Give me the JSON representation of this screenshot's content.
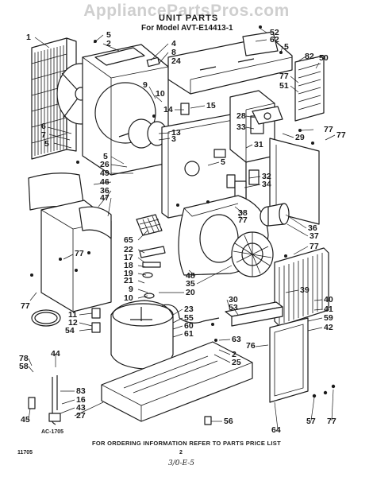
{
  "watermark": "AppliancePartsPros.com",
  "title": "UNIT PARTS",
  "model": "For Model AVT-E14413-1",
  "ref_code": "AC-1705",
  "footer": "FOR ORDERING INFORMATION REFER TO PARTS PRICE LIST",
  "doc_number": "11705",
  "page_number": "2",
  "handwritten_note": "3/0-E-5",
  "callouts": [
    {
      "id": "c1",
      "label": "1"
    },
    {
      "id": "c5a",
      "label": "5"
    },
    {
      "id": "c2a",
      "label": "2"
    },
    {
      "id": "c4",
      "label": "4"
    },
    {
      "id": "c8",
      "label": "8"
    },
    {
      "id": "c24",
      "label": "24"
    },
    {
      "id": "c52",
      "label": "52"
    },
    {
      "id": "c62",
      "label": "62"
    },
    {
      "id": "c5b",
      "label": "5"
    },
    {
      "id": "c82",
      "label": "82"
    },
    {
      "id": "c50",
      "label": "50"
    },
    {
      "id": "c9a",
      "label": "9"
    },
    {
      "id": "c10a",
      "label": "10"
    },
    {
      "id": "c77a",
      "label": "77"
    },
    {
      "id": "c51",
      "label": "51"
    },
    {
      "id": "c14",
      "label": "14"
    },
    {
      "id": "c15",
      "label": "15"
    },
    {
      "id": "c6",
      "label": "6"
    },
    {
      "id": "c7",
      "label": "7"
    },
    {
      "id": "c5c",
      "label": "5"
    },
    {
      "id": "c28",
      "label": "28"
    },
    {
      "id": "c33",
      "label": "33"
    },
    {
      "id": "c13",
      "label": "13"
    },
    {
      "id": "c3",
      "label": "3"
    },
    {
      "id": "c29",
      "label": "29"
    },
    {
      "id": "c77b",
      "label": "77"
    },
    {
      "id": "c31",
      "label": "31"
    },
    {
      "id": "c5d",
      "label": "5"
    },
    {
      "id": "c26",
      "label": "26"
    },
    {
      "id": "c49",
      "label": "49"
    },
    {
      "id": "c46",
      "label": "46"
    },
    {
      "id": "c36a",
      "label": "36"
    },
    {
      "id": "c47",
      "label": "47"
    },
    {
      "id": "c5e",
      "label": "5"
    },
    {
      "id": "c32",
      "label": "32"
    },
    {
      "id": "c34",
      "label": "34"
    },
    {
      "id": "c38",
      "label": "38"
    },
    {
      "id": "c77c",
      "label": "77"
    },
    {
      "id": "c36b",
      "label": "36"
    },
    {
      "id": "c37",
      "label": "37"
    },
    {
      "id": "c77d",
      "label": "77"
    },
    {
      "id": "c65",
      "label": "65"
    },
    {
      "id": "c22",
      "label": "22"
    },
    {
      "id": "c17",
      "label": "17"
    },
    {
      "id": "c18",
      "label": "18"
    },
    {
      "id": "c19",
      "label": "19"
    },
    {
      "id": "c21",
      "label": "21"
    },
    {
      "id": "c9b",
      "label": "9"
    },
    {
      "id": "c10b",
      "label": "10"
    },
    {
      "id": "c77e",
      "label": "77"
    },
    {
      "id": "c77f",
      "label": "77"
    },
    {
      "id": "c48",
      "label": "48"
    },
    {
      "id": "c35",
      "label": "35"
    },
    {
      "id": "c39",
      "label": "39"
    },
    {
      "id": "c20",
      "label": "20"
    },
    {
      "id": "c30",
      "label": "30"
    },
    {
      "id": "c53",
      "label": "53"
    },
    {
      "id": "c40",
      "label": "40"
    },
    {
      "id": "c41",
      "label": "41"
    },
    {
      "id": "c11",
      "label": "11"
    },
    {
      "id": "c12",
      "label": "12"
    },
    {
      "id": "c54",
      "label": "54"
    },
    {
      "id": "c23",
      "label": "23"
    },
    {
      "id": "c55",
      "label": "55"
    },
    {
      "id": "c60",
      "label": "60"
    },
    {
      "id": "c61",
      "label": "61"
    },
    {
      "id": "c59",
      "label": "59"
    },
    {
      "id": "c42",
      "label": "42"
    },
    {
      "id": "c63",
      "label": "63"
    },
    {
      "id": "c76",
      "label": "76"
    },
    {
      "id": "c2b",
      "label": "2"
    },
    {
      "id": "c25",
      "label": "25"
    },
    {
      "id": "c44",
      "label": "44"
    },
    {
      "id": "c78",
      "label": "78"
    },
    {
      "id": "c58",
      "label": "58"
    },
    {
      "id": "c83",
      "label": "83"
    },
    {
      "id": "c16",
      "label": "16"
    },
    {
      "id": "c43",
      "label": "43"
    },
    {
      "id": "c27",
      "label": "27"
    },
    {
      "id": "c45",
      "label": "45"
    },
    {
      "id": "c56",
      "label": "56"
    },
    {
      "id": "c64",
      "label": "64"
    },
    {
      "id": "c57",
      "label": "57"
    },
    {
      "id": "c77g",
      "label": "77"
    },
    {
      "id": "c77h",
      "label": "77"
    }
  ]
}
